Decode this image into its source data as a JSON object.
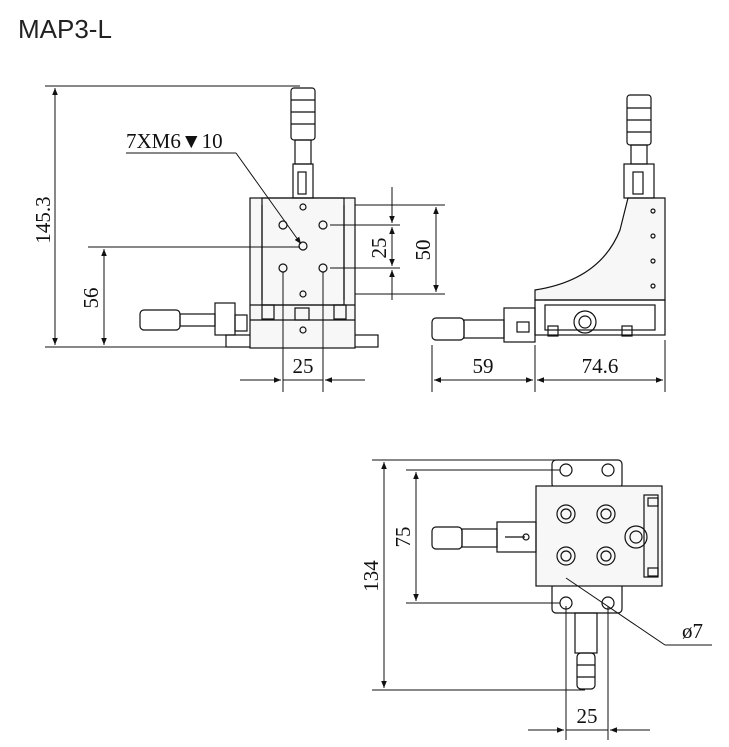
{
  "title": "MAP3-L",
  "dimensions": {
    "height_total": "145.3",
    "height_center": "56",
    "hole_spacing_small": "25",
    "hole_spacing_large": "50",
    "front_width": "25",
    "side_offset": "59",
    "side_width": "74.6",
    "top_depth": "134",
    "top_hole_spacing": "75",
    "top_width": "25",
    "hole_diameter": "ø7"
  },
  "callouts": {
    "tapped_holes": "7XM6▼10"
  }
}
